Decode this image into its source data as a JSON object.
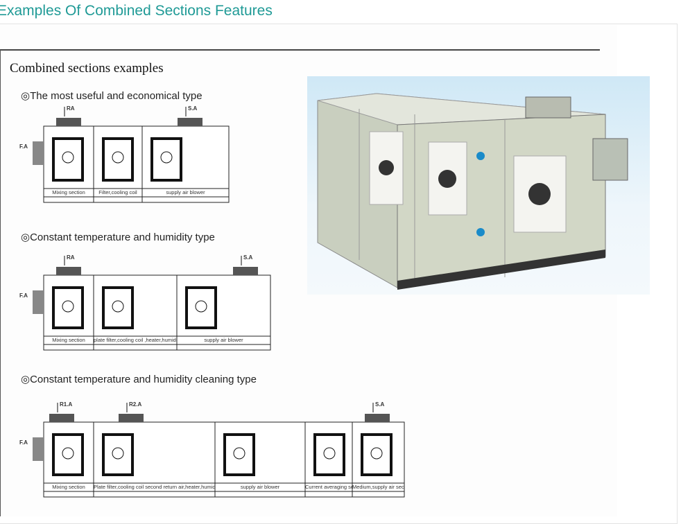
{
  "page_title": "Examples Of Combined Sections Features",
  "heading": "Combined sections examples",
  "examples": [
    {
      "title": "◎The most useful and economical type",
      "tags": [
        "RA",
        "S.A",
        "F.A"
      ],
      "sections": [
        "Mixing section",
        "Filter,cooling coil",
        "supply air blower"
      ]
    },
    {
      "title": "◎Constant temperature and humidity type",
      "tags": [
        "RA",
        "S.A",
        "F.A"
      ],
      "sections": [
        "Mixing section",
        "plate filter,cooling coil ,heater,humidifier",
        "supply air blower"
      ]
    },
    {
      "title": "◎Constant temperature and humidity cleaning type",
      "tags": [
        "R1.A",
        "R2.A",
        "S.A",
        "F.A"
      ],
      "sections": [
        "Mixing section",
        "Plate filter,cooling coil second return air,heater,humidifier",
        "supply air blower",
        "Current averaging section",
        "Medium,supply air section"
      ]
    }
  ]
}
